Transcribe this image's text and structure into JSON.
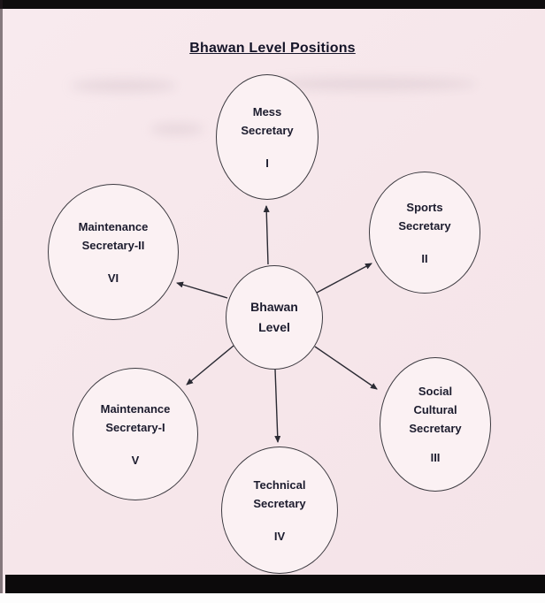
{
  "title": "Bhawan Level Positions",
  "center": {
    "line1": "Bhawan",
    "line2": "Level"
  },
  "nodes": {
    "mess": {
      "line1": "Mess",
      "line2": "Secretary",
      "numeral": "I"
    },
    "sports": {
      "line1": "Sports",
      "line2": "Secretary",
      "numeral": "II"
    },
    "social": {
      "line1": "Social",
      "line2": "Cultural",
      "line3": "Secretary",
      "numeral": "III"
    },
    "technical": {
      "line1": "Technical",
      "line2": "Secretary",
      "numeral": "IV"
    },
    "maintenance1": {
      "line1": "Maintenance",
      "line2": "Secretary-I",
      "numeral": "V"
    },
    "maintenance2": {
      "line1": "Maintenance",
      "line2": "Secretary-II",
      "numeral": "VI"
    }
  },
  "colors": {
    "paper": "#f7e8ec",
    "ink": "#1c1c2e"
  }
}
